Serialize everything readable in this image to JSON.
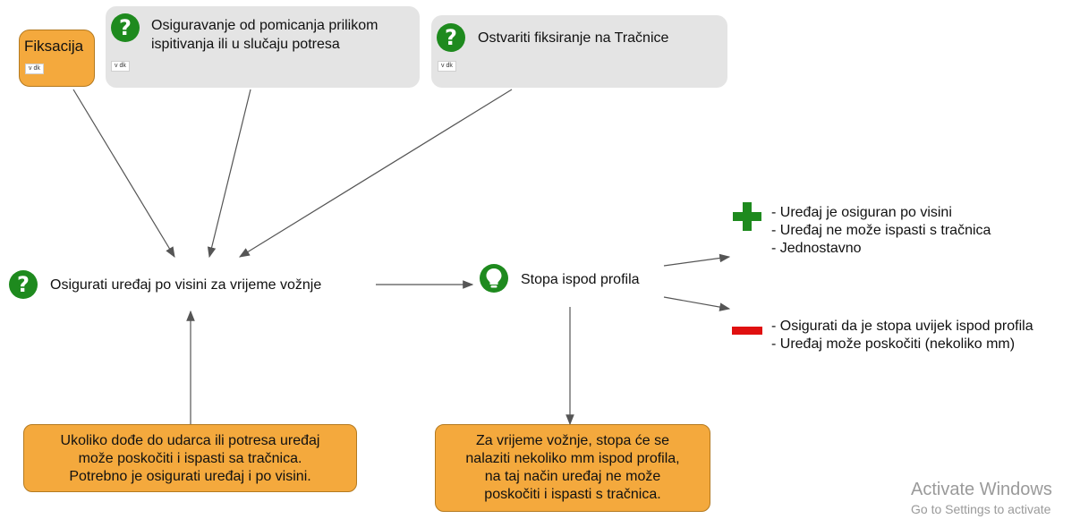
{
  "nodes": {
    "fiksacija": {
      "title": "Fiksacija",
      "tag": "v dk"
    },
    "osiguravanje": {
      "title_line1": "Osiguravanje od pomicanja prilikom",
      "title_line2": "ispitivanja ili u slučaju potresa",
      "tag": "v dk"
    },
    "ostvariti": {
      "title": "Ostvariti fiksiranje na Tračnice",
      "tag": "v dk"
    },
    "main_question": {
      "label": "Osigurati uređaj po visini za vrijeme vožnje"
    },
    "idea": {
      "label": "Stopa ispod profila"
    }
  },
  "notes": {
    "left": {
      "line1": "Ukoliko dođe do udarca ili potresa uređaj",
      "line2": "može poskočiti i ispasti sa tračnica.",
      "line3": "Potrebno je osigurati uređaj i po visini."
    },
    "bottom": {
      "line1": "Za vrijeme vožnje, stopa će se",
      "line2": "nalaziti nekoliko mm ispod profila,",
      "line3": "na taj način uređaj ne može",
      "line4": "poskočiti i ispasti s tračnica."
    }
  },
  "pros": [
    "- Uređaj je osiguran po visini",
    "- Uređaj ne može ispasti s tračnica",
    "- Jednostavno"
  ],
  "cons": [
    "- Osigurati da je stopa uvijek ispod profila",
    "- Uređaj može poskočiti (nekoliko mm)"
  ],
  "watermark": {
    "line1": "Activate Windows",
    "line2": "Go to Settings to activate"
  },
  "colors": {
    "orange": "#f4a93d",
    "grey": "#e4e4e4",
    "green": "#1e8a1e",
    "red": "#e01010"
  }
}
